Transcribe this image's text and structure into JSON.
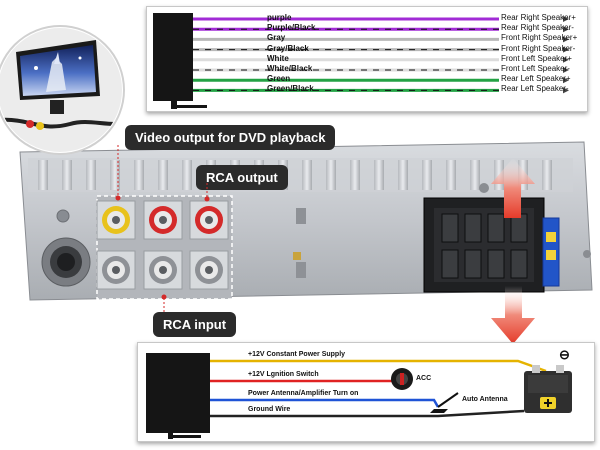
{
  "speaker_wiring": {
    "wires": [
      {
        "color_name": "purple",
        "function": "Rear Right Speaker+",
        "color": "#a12bd6"
      },
      {
        "color_name": "Purple/Black",
        "function": "Rear Right Speaker-",
        "color": "#a12bd6"
      },
      {
        "color_name": "Gray",
        "function": "Front Right Speaker+",
        "color": "#b8b8b8"
      },
      {
        "color_name": "Gray/Black",
        "function": "Front Right Speaker-",
        "color": "#b8b8b8"
      },
      {
        "color_name": "White",
        "function": "Front Left Speaker+",
        "color": "#dcdcdc"
      },
      {
        "color_name": "White/Black",
        "function": "Front Left Speaker-",
        "color": "#dcdcdc"
      },
      {
        "color_name": "Green",
        "function": "Rear Left Speaker+",
        "color": "#23a244"
      },
      {
        "color_name": "Green/Black",
        "function": "Rear Left Speaker-",
        "color": "#23a244"
      }
    ]
  },
  "callouts": {
    "video_output": "Video output for DVD playback",
    "rca_output": "RCA output",
    "rca_input": "RCA input"
  },
  "power_wiring": {
    "wires": [
      {
        "function": "+12V Constant Power Supply",
        "color": "#e5b300"
      },
      {
        "function": "+12V Lgnition Switch",
        "color": "#e02222"
      },
      {
        "function": "Power Antenna/Amplifier Turn on",
        "color": "#1f53d6"
      },
      {
        "function": "Ground Wire",
        "color": "#222222"
      }
    ],
    "acc_label": "ACC",
    "antenna_label": "Auto Antenna",
    "ground_symbol": "⊖"
  },
  "colors": {
    "chassis": "#c9ccd0",
    "callout_bg": "#2b2b2b",
    "arrow_red": "#e53b2a",
    "rca_yellow": "#e8c21c",
    "rca_red": "#d42a2a",
    "connector_blue": "#2255c8"
  },
  "icons": {
    "monitor": "monitor-icon",
    "battery": "battery-icon",
    "acc_switch": "ignition-switch-icon",
    "antenna": "antenna-icon"
  }
}
